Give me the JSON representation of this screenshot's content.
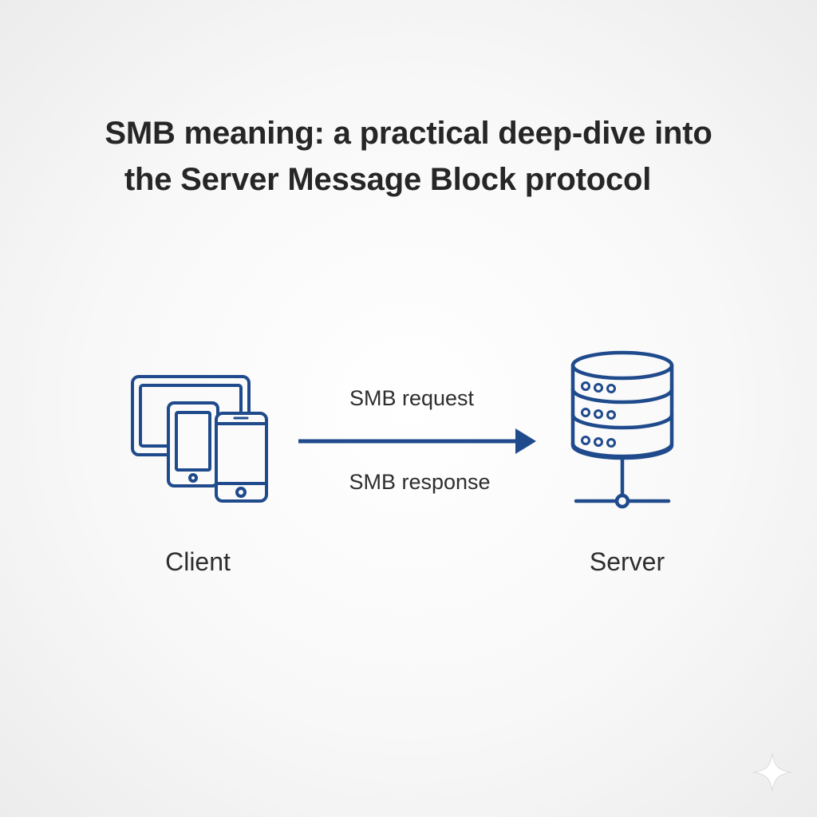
{
  "title": {
    "line1": "SMB meaning: a practical deep-dive into",
    "line2": "the Server Message Block protocol"
  },
  "diagram": {
    "request_label": "SMB request",
    "response_label": "SMB response",
    "client_label": "Client",
    "server_label": "Server",
    "client_icon": "devices-icon",
    "server_icon": "database-server-icon",
    "arrow_icon": "arrow-right-icon",
    "watermark_icon": "sparkle-icon"
  },
  "colors": {
    "icon_blue": "#1f4b8c",
    "arrow_blue": "#1f4b8c",
    "text_dark": "#262626",
    "background": "#f6f6f6"
  }
}
